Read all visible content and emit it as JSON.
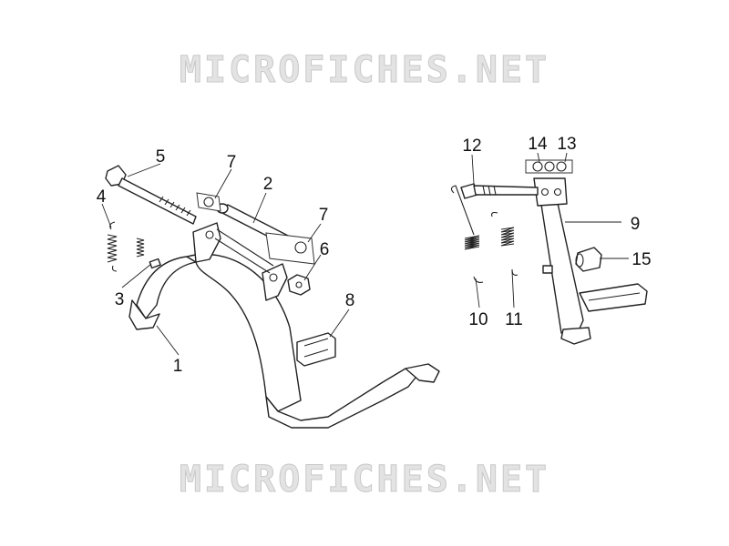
{
  "watermark": {
    "text": "MICROFICHES.NET"
  },
  "callouts": {
    "c1": "1",
    "c2": "2",
    "c3": "3",
    "c4": "4",
    "c5": "5",
    "c6": "6",
    "c7a": "7",
    "c7b": "7",
    "c8": "8",
    "c9": "9",
    "c10": "10",
    "c11": "11",
    "c12": "12",
    "c13": "13",
    "c14": "14",
    "c15": "15"
  }
}
